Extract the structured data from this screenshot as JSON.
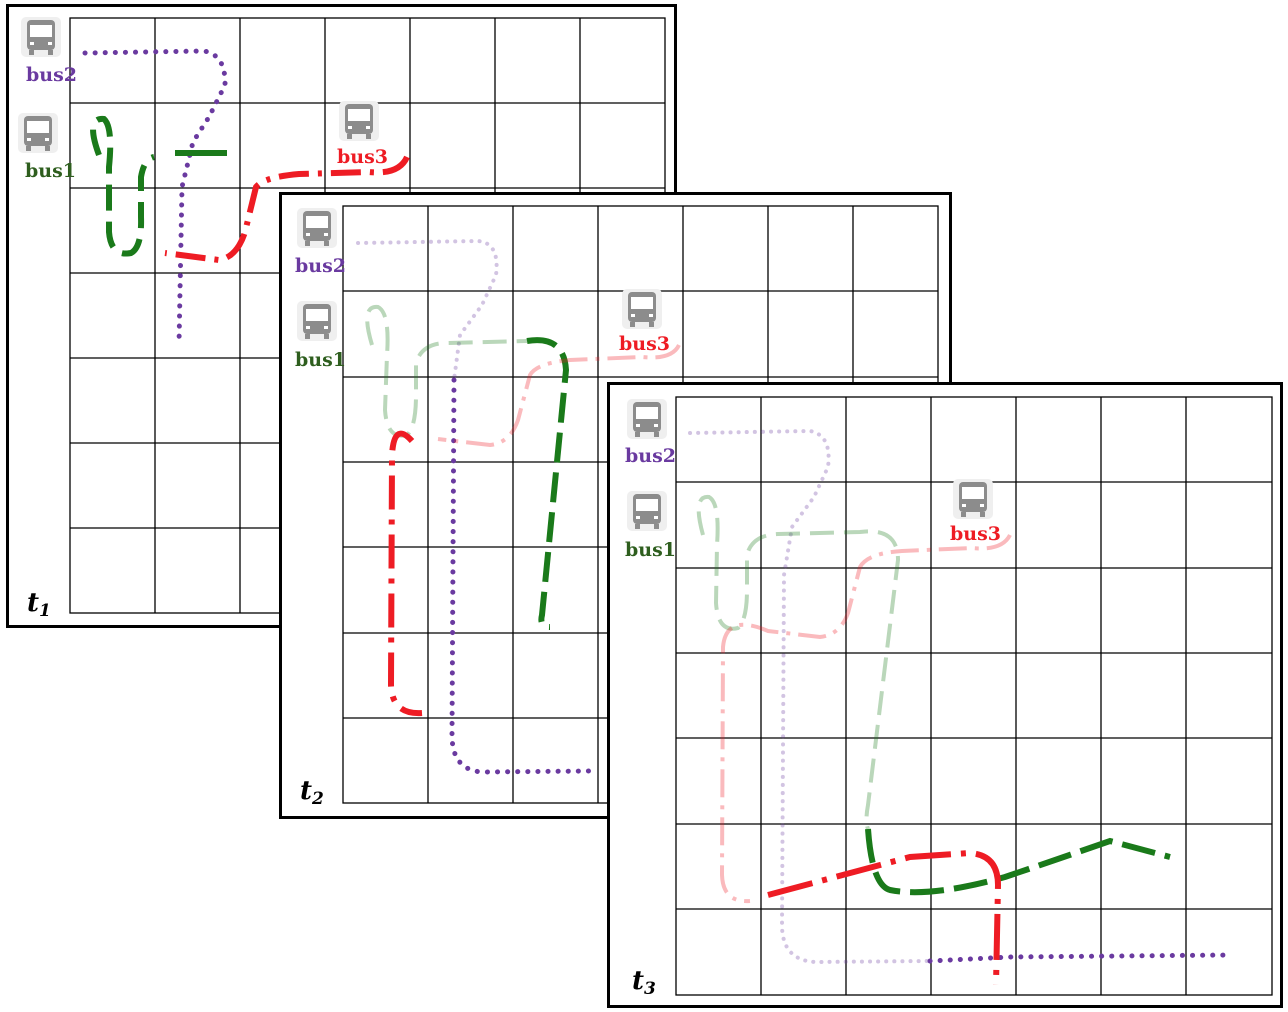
{
  "colors": {
    "bus1": "#1a7a1a",
    "bus2": "#6a3aa0",
    "bus3": "#ee1c24",
    "grid": "#000000",
    "bus_icon": "#8c8c8c"
  },
  "panels": [
    {
      "time_label": "t",
      "time_sub": "1",
      "buses": [
        {
          "label": "bus2",
          "color_key": "bus2"
        },
        {
          "label": "bus1",
          "color_key": "bus1"
        },
        {
          "label": "bus3",
          "color_key": "bus3"
        }
      ]
    },
    {
      "time_label": "t",
      "time_sub": "2",
      "buses": [
        {
          "label": "bus2",
          "color_key": "bus2"
        },
        {
          "label": "bus1",
          "color_key": "bus1"
        },
        {
          "label": "bus3",
          "color_key": "bus3"
        }
      ]
    },
    {
      "time_label": "t",
      "time_sub": "3",
      "buses": [
        {
          "label": "bus2",
          "color_key": "bus2"
        },
        {
          "label": "bus1",
          "color_key": "bus1"
        },
        {
          "label": "bus3",
          "color_key": "bus3"
        }
      ]
    }
  ],
  "icons": {
    "bus": "bus-icon"
  }
}
